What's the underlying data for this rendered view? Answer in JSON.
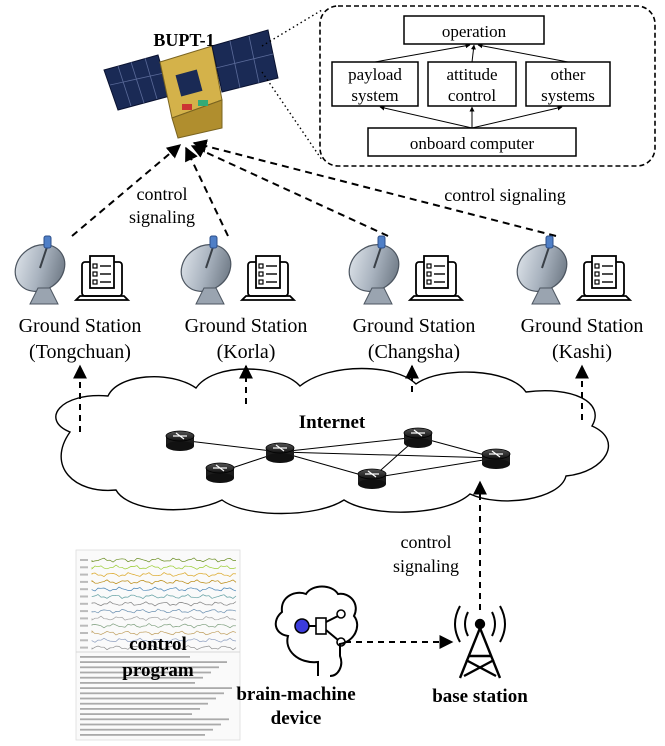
{
  "satellite": {
    "name": "BUPT-1",
    "subsystems": {
      "operation": "operation",
      "payload_line1": "payload",
      "payload_line2": "system",
      "attitude_line1": "attitude",
      "attitude_line2": "control",
      "other_line1": "other",
      "other_line2": "systems",
      "onboard": "onboard computer"
    }
  },
  "links": {
    "control_left_line1": "control",
    "control_left_line2": "signaling",
    "control_right": "control signaling",
    "control_bottom_line1": "control",
    "control_bottom_line2": "signaling"
  },
  "ground_stations": [
    {
      "label": "Ground Station",
      "location": "(Tongchuan)"
    },
    {
      "label": "Ground Station",
      "location": "(Korla)"
    },
    {
      "label": "Ground Station",
      "location": "(Changsha)"
    },
    {
      "label": "Ground Station",
      "location": "(Kashi)"
    }
  ],
  "network": {
    "label": "Internet"
  },
  "control_program": {
    "line1": "control",
    "line2": "program"
  },
  "bmi": {
    "line1": "brain-machine",
    "line2": "device"
  },
  "base_station": {
    "label": "base station"
  },
  "colors": {
    "line": "#000000",
    "router": "#2b2b2b",
    "panel": "#1a2a55",
    "gold": "#d4b24a",
    "brain_dot": "#3b3bdc",
    "dish": "#8e98a4"
  }
}
